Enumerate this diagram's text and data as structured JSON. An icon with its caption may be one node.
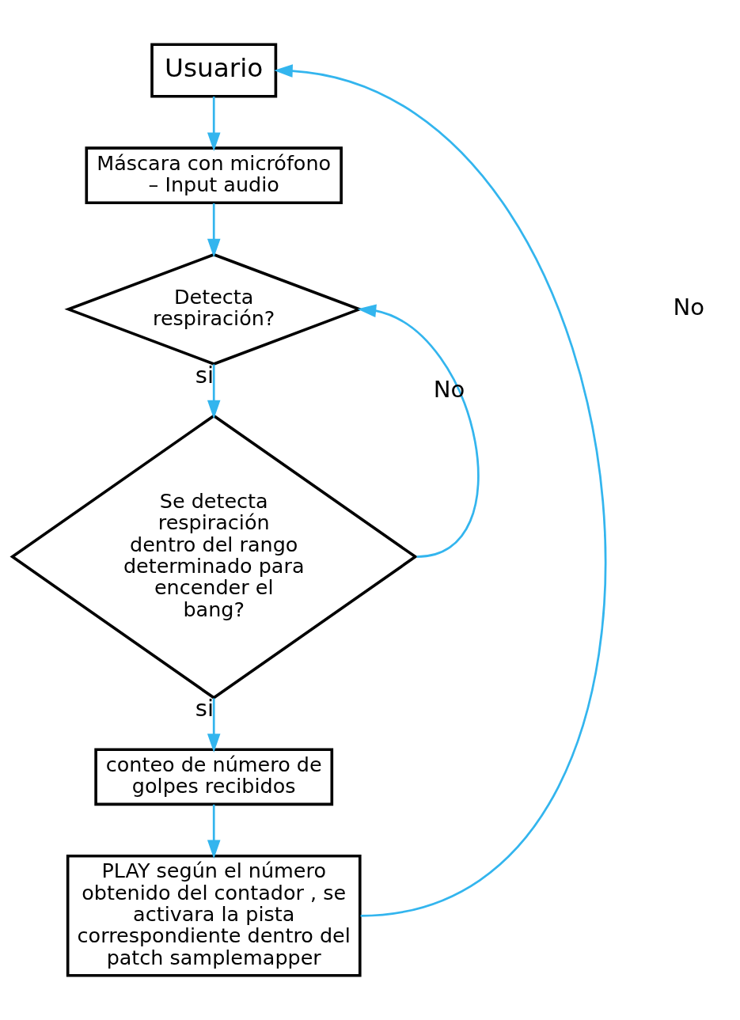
{
  "diagram": {
    "nodes": [
      {
        "text": [
          "Usuario"
        ]
      },
      {
        "text": [
          "Máscara con micrófono – Input audio"
        ]
      },
      {
        "text": [
          "Detecta respiración?"
        ]
      },
      {
        "text": [
          "Se detecta respiración dentro del rango determinado para encender el bang?"
        ]
      },
      {
        "text": [
          "conteo de número de golpes recibidos"
        ]
      },
      {
        "text": [
          "PLAY según el número obtenido del contador , se activara la pista correspondiente dentro del patch samplemapper"
        ]
      }
    ],
    "edges": [
      {
        "from": 0,
        "to": 1,
        "arrow": "to"
      },
      {
        "from": 1,
        "to": 2,
        "arrow": "to"
      },
      {
        "from": 2,
        "to": 3,
        "arrow": "to",
        "label": "si"
      },
      {
        "from": 3,
        "to": 4,
        "arrow": "to",
        "label": "si"
      },
      {
        "from": 4,
        "to": 5,
        "arrow": "to"
      },
      {
        "from": 3,
        "to": 2,
        "arrow": "to",
        "label": "No"
      },
      {
        "from": 5,
        "to": 0,
        "arrow": "to"
      }
    ],
    "labels": [
      "No"
    ]
  }
}
